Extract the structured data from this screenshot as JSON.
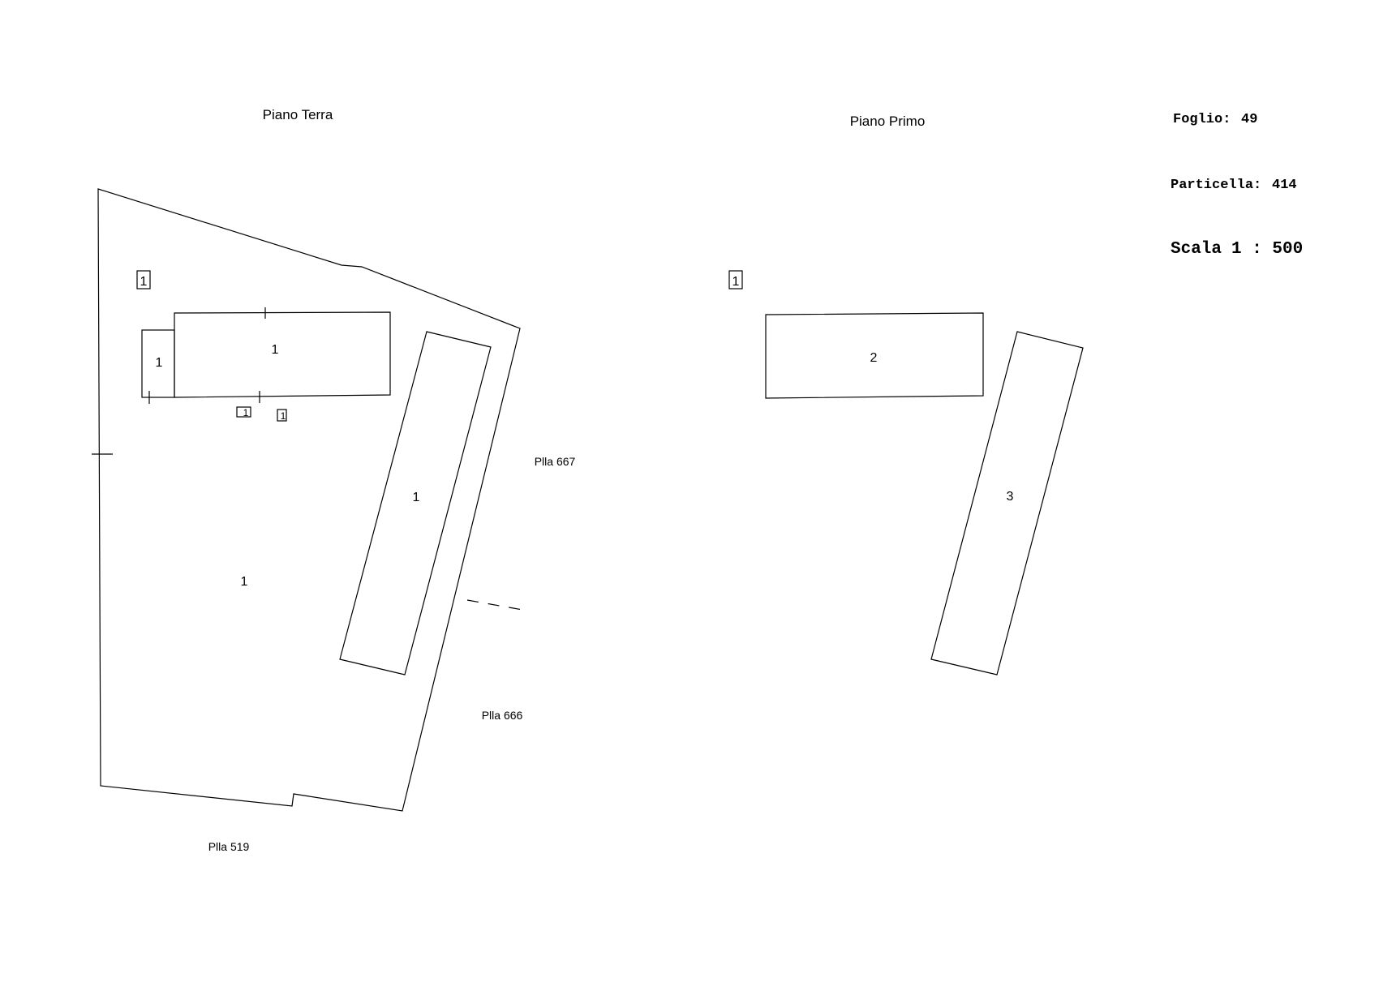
{
  "ground_floor": {
    "title": "Piano Terra",
    "boxed_label": "1",
    "small_building_label": "1",
    "main_building_label": "1",
    "box_a_label": "1",
    "box_b_label": "1",
    "rotated_building_label": "1",
    "lot_label": "1",
    "neighbor_667": "Plla 667",
    "neighbor_666": "Plla 666",
    "neighbor_519": "Plla 519"
  },
  "first_floor": {
    "title": "Piano Primo",
    "boxed_label": "1",
    "building_2_label": "2",
    "building_3_label": "3"
  },
  "info": {
    "foglio_label": "Foglio:",
    "foglio_value": "49",
    "particella_label": "Particella:",
    "particella_value": "414",
    "scala_label": "Scala",
    "scala_value": "1 : 500"
  }
}
